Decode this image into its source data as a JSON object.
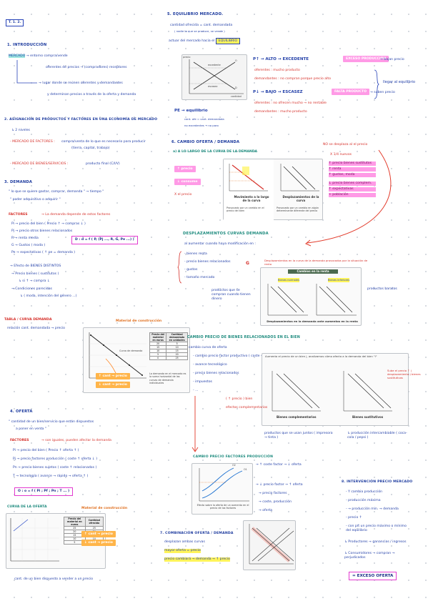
{
  "topic_tag": "T. 1. 2.",
  "left": {
    "s1": {
      "title": "1. INTRODUCCIÓN",
      "mercado": "MERCADO",
      "mercado_def": "→ entorno compra/vende",
      "line2": "oferentes de precios → (compradores) receptores",
      "line3": "→ lugar donde se reúnen oferentes y demandantes",
      "line4": "y determinan precios a través de la oferta y demanda"
    },
    "s2": {
      "title": "2. ASIGNACIÓN DE PRODUCTOS Y FACTORES EN UNA ECONOMÍA DE MERCADO",
      "sub": "↳ 2 niveles",
      "factores_label": "- MERCADO DE FACTORES :",
      "factores_text": "compra/venta de lo que es necesario para producir",
      "factores_text2": "(tierra, capital, trabajo)",
      "bienes_label": "- MERCADO DE BIENES/SERVICIOS :",
      "bienes_text": "producto final (C/I/V)"
    },
    "s3": {
      "title": "3. DEMANDA",
      "q1": "\" lo que se quiere gastar, comprar, demanda \" → tiempo \"",
      "q2": "\" poder adquisitivo o adquirir \"",
      "factores": "FACTORES",
      "factores_note": "→ La demanda depende de estos factores",
      "f1": "Pi → precio del bien ( Precio ↑ → compras ↓ )",
      "f2": "Pj → precio otros bienes relacionados",
      "f3": "R → renta media",
      "f4": "G → Gustos ( moda )",
      "f5": "Pe → expectativas ( ↑ pe = demanda )",
      "formula": "D : d = f ( P, (Pj ..., R, G, Pe ...) )",
      "bienes_title": "→ Efecto de BIENES DISTINTOS",
      "b1": "→ Precio bienes ( sustitutos )",
      "b2": "↳ si ↑ → compra ↓",
      "b3": "→ Condiciones parecidas",
      "b4": "↳ ( moda, intención del género ...)"
    },
    "tabla": {
      "title": "TABLA / CURVA DEMANDA",
      "sub": "relación cant. demandada → precio",
      "chart_title": "Material de construcción",
      "row_head": [
        "Precio del material en euros",
        "Cantidad demandada en unidades"
      ],
      "rows": [
        [
          "20",
          "5"
        ],
        [
          "15",
          "10"
        ],
        [
          "10",
          "15"
        ],
        [
          "5",
          "20"
        ],
        [
          "0",
          "25"
        ]
      ],
      "curve_label": "Curva de demanda",
      "sticker1": "↑ cant → precio",
      "sticker2": "↓ cant → precio",
      "card_note": "La demanda en el mercado es la suma horizontal de las curvas de demanda individuales"
    },
    "s4": {
      "title": "4. OFERTA",
      "d1": "\" cantidad de un bien/servicio que están dispuestos",
      "d2": "a poner en venta \"",
      "factores": "FACTORES",
      "factores_note": "→ son iguales, pueden afectar la demanda",
      "f1": "Pi → precio del bien ( Precio ↑ oferta ↑ )",
      "f2": "Pj → precio factores producción ( coste ↑ oferta ↓ )",
      "f3": "Pn → precio bienes sujetos ( coste ↑ relacionados )",
      "f4": "T → tecnología ( avance → rápido → oferta ↑ )",
      "formula": "O : o = f ( Pi ; Pf ; Pn ; T ... )",
      "curve_title": "CURVA DE LA OFERTA",
      "chart_title": "Material de construcción",
      "row_head": [
        "Precio del material en euros",
        "Cantidad ofrecida"
      ],
      "rows": [
        [
          "25",
          "25"
        ],
        [
          "20",
          "20"
        ],
        [
          "15",
          "15"
        ],
        [
          "10",
          "10"
        ],
        [
          "5",
          "5"
        ]
      ],
      "sticker1": "↑ cant → precio",
      "sticker2": "↓ cant → precio",
      "bottom": "cant. de un bien dispuesto a vender a un precio"
    }
  },
  "right": {
    "s5": {
      "title": "5. EQUILIBRIO MERCADO.",
      "l1": "cantidad ofrecida = cant. demandada",
      "l2": "( nadie lo que se produce, se vende )",
      "l3": "actuar del mercado hacia el",
      "l3_hl": "EQUILIBRIO",
      "p_up": "P↑ → ALTO → EXCEDENTE",
      "p_up_sticker": "EXCESO PRODUCCIÓN",
      "p_up_note": "→ bajan precio",
      "of_note": "oferentes : mucho producto",
      "dem_note": "demandantes : no compran porque precio alto",
      "bracket": "llegar al equilibrio",
      "p_down": "P↓ → BAJO → ESCASEZ",
      "p_down_sticker": "FALTA PRODUCTO",
      "p_down_note": "→ suben precio",
      "of_note2": "oferentes : no ofrecen mucho → no rentable",
      "dem_note2": "demandantes : mucho producto",
      "pe": "PE → equilibrio",
      "pe_note1": "cant. ofe = cant. demandada",
      "pe_note2": "no excedentes → no paro",
      "chart_labels": {
        "precio": "precio",
        "excedente": "excedente",
        "escasez": "escasez",
        "cantidad": "cantidad",
        "o": "O",
        "d": "D"
      }
    },
    "s6": {
      "title": "6. CAMBIO OFERTA / DEMANDA",
      "sub": "a) A LO LARGO DE LA CURVA DE LA DEMANDA",
      "tag_red": "NO se desplaza al el precio",
      "tag_red2": "X 1/4 nuevos",
      "note1": "↑ precio",
      "note2": "↓ consume",
      "note3": "X el precio",
      "card1_title": "Movimiento a lo largo de la curva",
      "card1_text": "Provocado por un cambio en el precio del bien",
      "card2_title": "Desplazamientos de la curva",
      "card2_text": "Provocado por un cambio en algún determinante diferente del precio",
      "pink_list": [
        "↑ precio bienes sustitutos",
        "↑ renta",
        "↑ gustos, moda",
        "↓ precio bienes complem.",
        "↑ expectativas",
        "+ población"
      ]
    },
    "despl": {
      "title": "DESPLAZAMIENTOS CURVAS DEMANDA",
      "sub": "al aumentar cuando haya modificación en :",
      "items": [
        "- bienes renta",
        "- precio bienes relacionados",
        "- gustos",
        "- tamaño mercado"
      ],
      "g": "G",
      "g_note": "Desplazamientos en la curva de la demanda provocados por la situación de renta",
      "card_head": "Cambios en la renta",
      "tag_normal": "Bienes normales",
      "tag_inferior": "Bienes inferiores",
      "card_caption": "Desplazamientos en la demanda ante aumentos en la renta",
      "left_note": "productos que se compran cuando tienen dinero",
      "right_note": "productos baratos"
    },
    "relacionados": {
      "title": "CAMBIO PRECIO DE BIENES RELACIONADOS EN EL BIEN",
      "sub": "cambio curva de oferta",
      "items": [
        "- cambio precio factor productivo ( coste → rentable )",
        "- avance tecnológico",
        "- precio bienes relacionados",
        "- impuestos",
        "- ..."
      ],
      "card_title": "Aumenta el precio de un bien j, analizamos cómo afecta a la demanda del bien \"i\"",
      "card_left": "Bienes complementarios",
      "card_right": "Bienes sustitutivos",
      "note_left1": "( ↑ precio ) bien",
      "note_left2": "efectos complementarios",
      "note_right": "Sube el precio ↑ ( desplazamiento ) bienes sustitutivos",
      "note_bottom": "productos que se usan juntos ( impresora → tinta )",
      "note_bottom2": "↳ producción intercambiable ( coca-cola / pepsi )"
    },
    "factores": {
      "title": "CAMBIO PRECIO FACTORES PRODUCCIÓN",
      "n1": "→ ↑ coste factor → ↓ oferta",
      "n2": "→ ↓ precio factor → ↑ oferta",
      "n3": "→ precio factores",
      "n4": "→ coste, producción",
      "n5": "→ oferta",
      "card_caption": "Efecto sobre la oferta de un aumento en el precio de los factores",
      "o1": "O1",
      "o2": "O2"
    },
    "s7": {
      "title": "7. COMBINACIÓN OFERTA / DEMANDA",
      "sub": "desplazan ambas curvas",
      "l1": "mayor oferta = precio",
      "l2": "precio cambiará → demanda → ↑ precio"
    },
    "s8": {
      "title": "8. INTERVENCIÓN PRECIO MERCADO",
      "items": [
        "- Y cambia producción",
        "- producción máxima",
        "- → producción mín. → demanda",
        "- precio ↑",
        "- con p/t un precio máximo o mínimo del equilibrio"
      ],
      "bullet1": "↳ Productores → ganancias / ingresos",
      "bullet2": "↳ Consumidores → compran → perjudicados",
      "result": "= EXCESO OFERTA"
    }
  }
}
